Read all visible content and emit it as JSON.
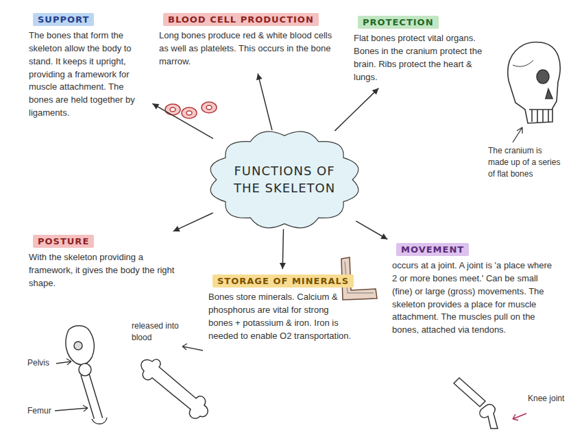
{
  "diagram": {
    "nodes": [
      {
        "text": [
          "SUPPORT",
          "The bones that form the skeleton allow the body to stand. It keeps it upright, providing a framework for muscle attachment. The bones are held together by ligaments."
        ]
      },
      {
        "text": [
          "BLOOD CELL PRODUCTION",
          "Long bones produce red & white blood cells as well as platelets. This occurs in the bone marrow."
        ]
      },
      {
        "text": [
          "PROTECTION",
          "Flat bones protect vital organs. Bones in the cranium protect the brain. Ribs protect the heart & lungs."
        ]
      },
      {
        "text": [
          "FUNCTIONS OF THE SKELETON"
        ]
      },
      {
        "text": [
          "POSTURE",
          "With the skeleton providing a framework, it gives the body the right shape."
        ]
      },
      {
        "text": [
          "STORAGE OF MINERALS",
          "Bones store minerals. Calcium & phosphorus are vital for strong bones + potassium & iron. Iron is needed to enable O2 transportation."
        ]
      },
      {
        "text": [
          "MOVEMENT",
          "occurs at a joint. A joint is 'a place where 2 or more bones meet.' Can be small (fine) or large (gross) movements. The skeleton provides a place for muscle attachment. The muscles pull on the bones, attached via tendons."
        ]
      }
    ],
    "edges": [
      {
        "from": 3,
        "to": 0,
        "arrow": "to"
      },
      {
        "from": 3,
        "to": 1,
        "arrow": "to"
      },
      {
        "from": 3,
        "to": 2,
        "arrow": "to"
      },
      {
        "from": 3,
        "to": 4,
        "arrow": "to"
      },
      {
        "from": 3,
        "to": 5,
        "arrow": "to"
      },
      {
        "from": 3,
        "to": 6,
        "arrow": "to"
      }
    ],
    "labels": [
      "The cranium is made up of a series of flat bones",
      "released into blood",
      "Pelvis",
      "Femur",
      "Knee joint"
    ]
  }
}
